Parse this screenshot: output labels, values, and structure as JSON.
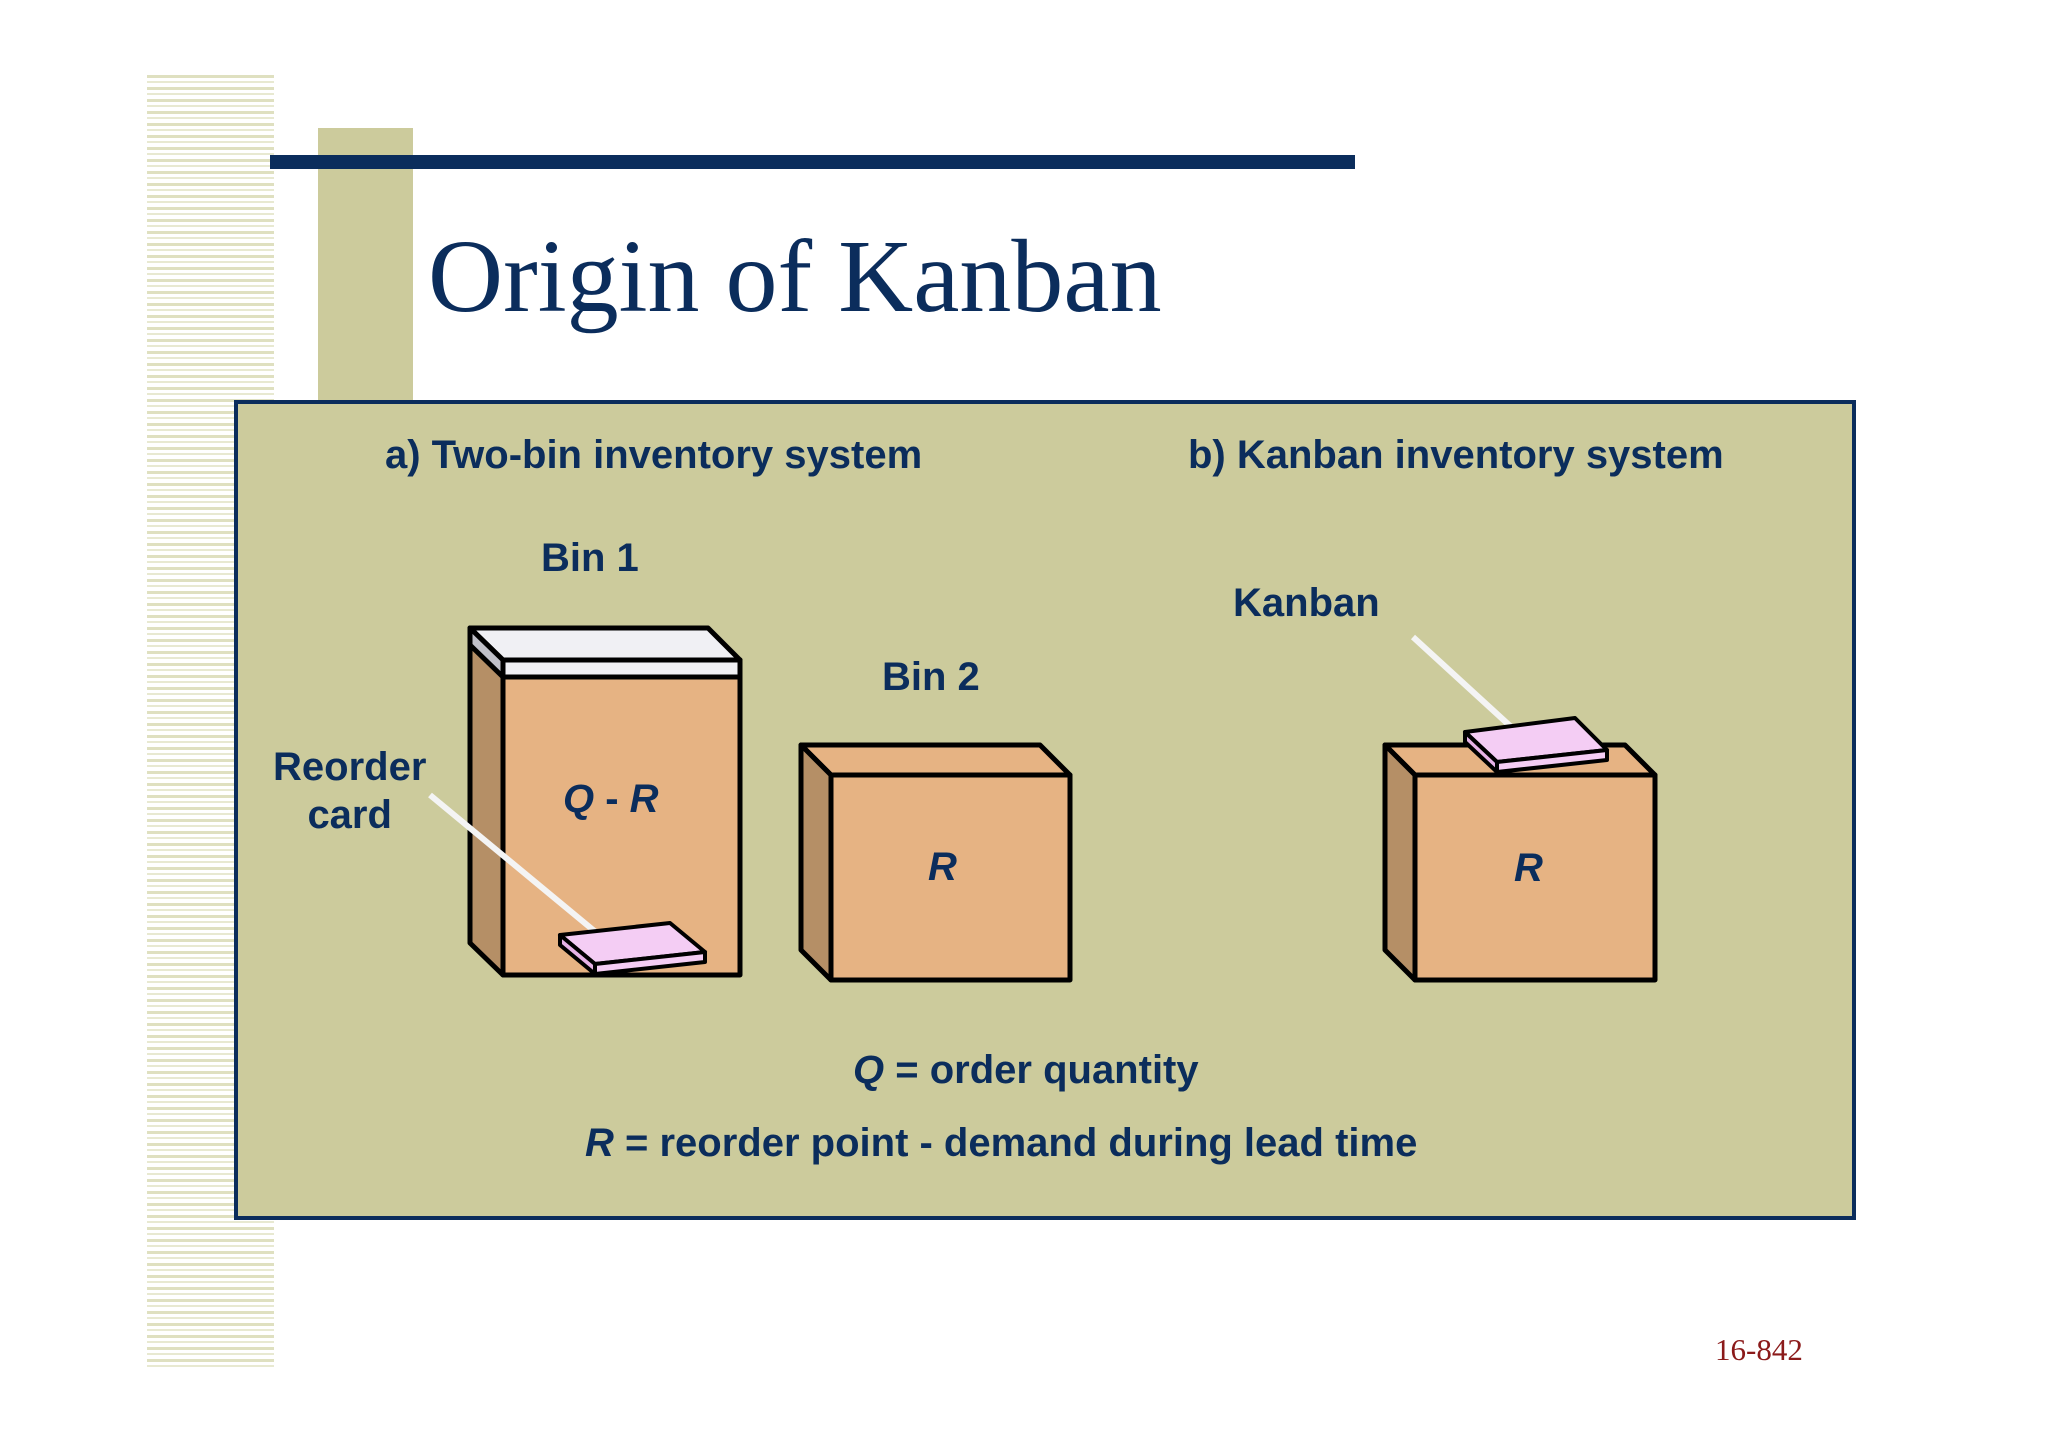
{
  "slide": {
    "title": "Origin of Kanban",
    "page_number": "16-842"
  },
  "diagram": {
    "section_a": {
      "heading": "a) Two-bin inventory system",
      "bin1_label": "Bin 1",
      "bin1_contents": {
        "q": "Q",
        "sep": " - ",
        "r": "R"
      },
      "bin2_label": "Bin 2",
      "bin2_contents": "R",
      "card_label_line1": "Reorder",
      "card_label_line2": "card"
    },
    "section_b": {
      "heading": "b) Kanban inventory system",
      "kanban_label": "Kanban",
      "bin_contents": "R"
    },
    "legend": {
      "q_symbol": "Q",
      "q_text": " = order quantity",
      "r_symbol": "R",
      "r_text": " = reorder point - demand during lead time"
    }
  },
  "colors": {
    "navy": "#0b2d5c",
    "olive": "#cccb9c",
    "box_front": "#e6b383",
    "box_side": "#b58f66",
    "card_pink": "#f4cdf4",
    "lid": "#f0f0f4",
    "page_number": "#8b1a1a"
  }
}
